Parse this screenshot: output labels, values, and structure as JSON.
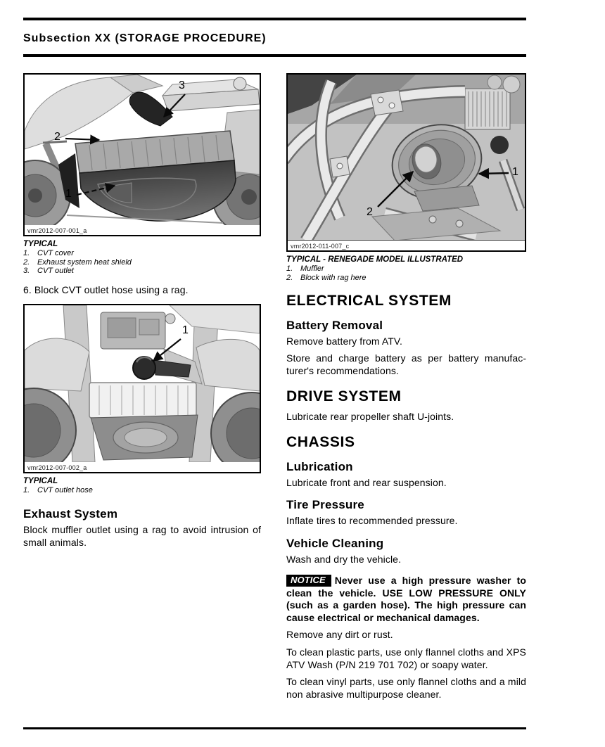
{
  "header": {
    "title": "Subsection XX (STORAGE PROCEDURE)"
  },
  "left_column": {
    "figure1": {
      "watermark": "vmr2012-007-001_a",
      "caption_title": "TYPICAL",
      "items": [
        {
          "num": "1.",
          "text": "CVT cover"
        },
        {
          "num": "2.",
          "text": "Exhaust system heat shield"
        },
        {
          "num": "3.",
          "text": "CVT outlet"
        }
      ],
      "callouts": [
        "3",
        "2",
        "1"
      ]
    },
    "step6": "6. Block CVT outlet hose using a rag.",
    "figure2": {
      "watermark": "vmr2012-007-002_a",
      "caption_title": "TYPICAL",
      "items": [
        {
          "num": "1.",
          "text": "CVT outlet hose"
        }
      ],
      "callouts": [
        "1"
      ]
    },
    "exhaust_heading": "Exhaust System",
    "exhaust_body": "Block muffler outlet using a rag to avoid intrusion of small animals."
  },
  "right_column": {
    "figure3": {
      "watermark": "vmr2012-011-007_c",
      "caption_title": "TYPICAL - RENEGADE MODEL ILLUSTRATED",
      "items": [
        {
          "num": "1.",
          "text": "Muffler"
        },
        {
          "num": "2.",
          "text": "Block with rag here"
        }
      ],
      "callouts": [
        "1",
        "2"
      ]
    },
    "electrical_heading": "ELECTRICAL SYSTEM",
    "battery_heading": "Battery Removal",
    "battery_p1": "Remove battery from ATV.",
    "battery_p2": "Store and charge battery as per battery manufac­turer's recommendations.",
    "drive_heading": "DRIVE SYSTEM",
    "drive_p": "Lubricate rear propeller shaft U-joints.",
    "chassis_heading": "CHASSIS",
    "lubrication_heading": "Lubrication",
    "lubrication_p": "Lubricate front and rear suspension.",
    "tire_heading": "Tire Pressure",
    "tire_p": "Inflate tires to recommended pressure.",
    "cleaning_heading": "Vehicle Cleaning",
    "cleaning_p1": "Wash and dry the vehicle.",
    "notice": {
      "badge": "NOTICE",
      "text": "Never use a high pressure washer to clean the vehicle.  USE LOW PRESSURE ONLY (such as a garden hose).  The high pressure can cause electrical or mechanical damages."
    },
    "cleaning_p2": "Remove any dirt or rust.",
    "cleaning_p3": "To clean plastic parts, use only flannel cloths and XPS ATV Wash (P/N 219 701 702) or soapy water.",
    "cleaning_p4": "To clean vinyl parts, use only flannel cloths and a mild non abrasive multipurpose cleaner."
  },
  "colors": {
    "ink": "#000000",
    "paper": "#ffffff",
    "notice_bg": "#000000",
    "notice_fg": "#ffffff"
  }
}
